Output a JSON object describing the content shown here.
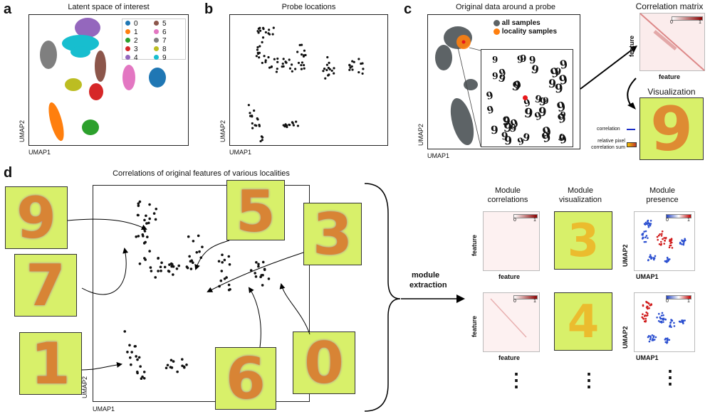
{
  "panels": {
    "a": {
      "letter": "a",
      "title": "Latent space of interest",
      "xlabel": "UMAP1",
      "ylabel": "UMAP2",
      "legend": [
        {
          "label": "0",
          "color": "#1f77b4"
        },
        {
          "label": "1",
          "color": "#ff7f0e"
        },
        {
          "label": "2",
          "color": "#2ca02c"
        },
        {
          "label": "3",
          "color": "#d62728"
        },
        {
          "label": "4",
          "color": "#9467bd"
        },
        {
          "label": "5",
          "color": "#8c564b"
        },
        {
          "label": "6",
          "color": "#e377c2"
        },
        {
          "label": "7",
          "color": "#7f7f7f"
        },
        {
          "label": "8",
          "color": "#bcbd22"
        },
        {
          "label": "9",
          "color": "#17becf"
        }
      ]
    },
    "b": {
      "letter": "b",
      "title": "Probe locations",
      "xlabel": "UMAP1",
      "ylabel": "UMAP2"
    },
    "c": {
      "letter": "c",
      "title": "Original data around a probe",
      "xlabel": "UMAP1",
      "ylabel": "UMAP2",
      "legend_all": "all samples",
      "legend_locality": "locality samples",
      "corr_title": "Correlation matrix",
      "corr_xlabel": "feature",
      "corr_ylabel": "feature",
      "cbar_min": "0",
      "cbar_max": "1",
      "viz_title": "Visualization",
      "viz_legend_corr": "correlation",
      "viz_legend_rel_1": "relative pixel",
      "viz_legend_rel_2": "correlation sum"
    },
    "d": {
      "letter": "d",
      "title": "Correlations of original features of various localities",
      "xlabel": "UMAP1",
      "ylabel": "UMAP2",
      "digits": [
        "9",
        "7",
        "1",
        "5",
        "3",
        "6",
        "0"
      ],
      "module_extraction_1": "module",
      "module_extraction_2": "extraction",
      "col1_1": "Module",
      "col1_2": "correlations",
      "col2_1": "Module",
      "col2_2": "visualization",
      "col3_1": "Module",
      "col3_2": "presence",
      "feature": "feature",
      "umap1": "UMAP1",
      "umap2": "UMAP2",
      "cbar_min": "0",
      "cbar_max": "1",
      "module_digits": [
        "3",
        "4"
      ],
      "ellipsis": "⋮"
    }
  },
  "colors": {
    "tile_bg": "#d8f06a",
    "digit_stroke": "#e07a2a",
    "gray_points": "#5d6366",
    "probe": "#e8171a"
  }
}
